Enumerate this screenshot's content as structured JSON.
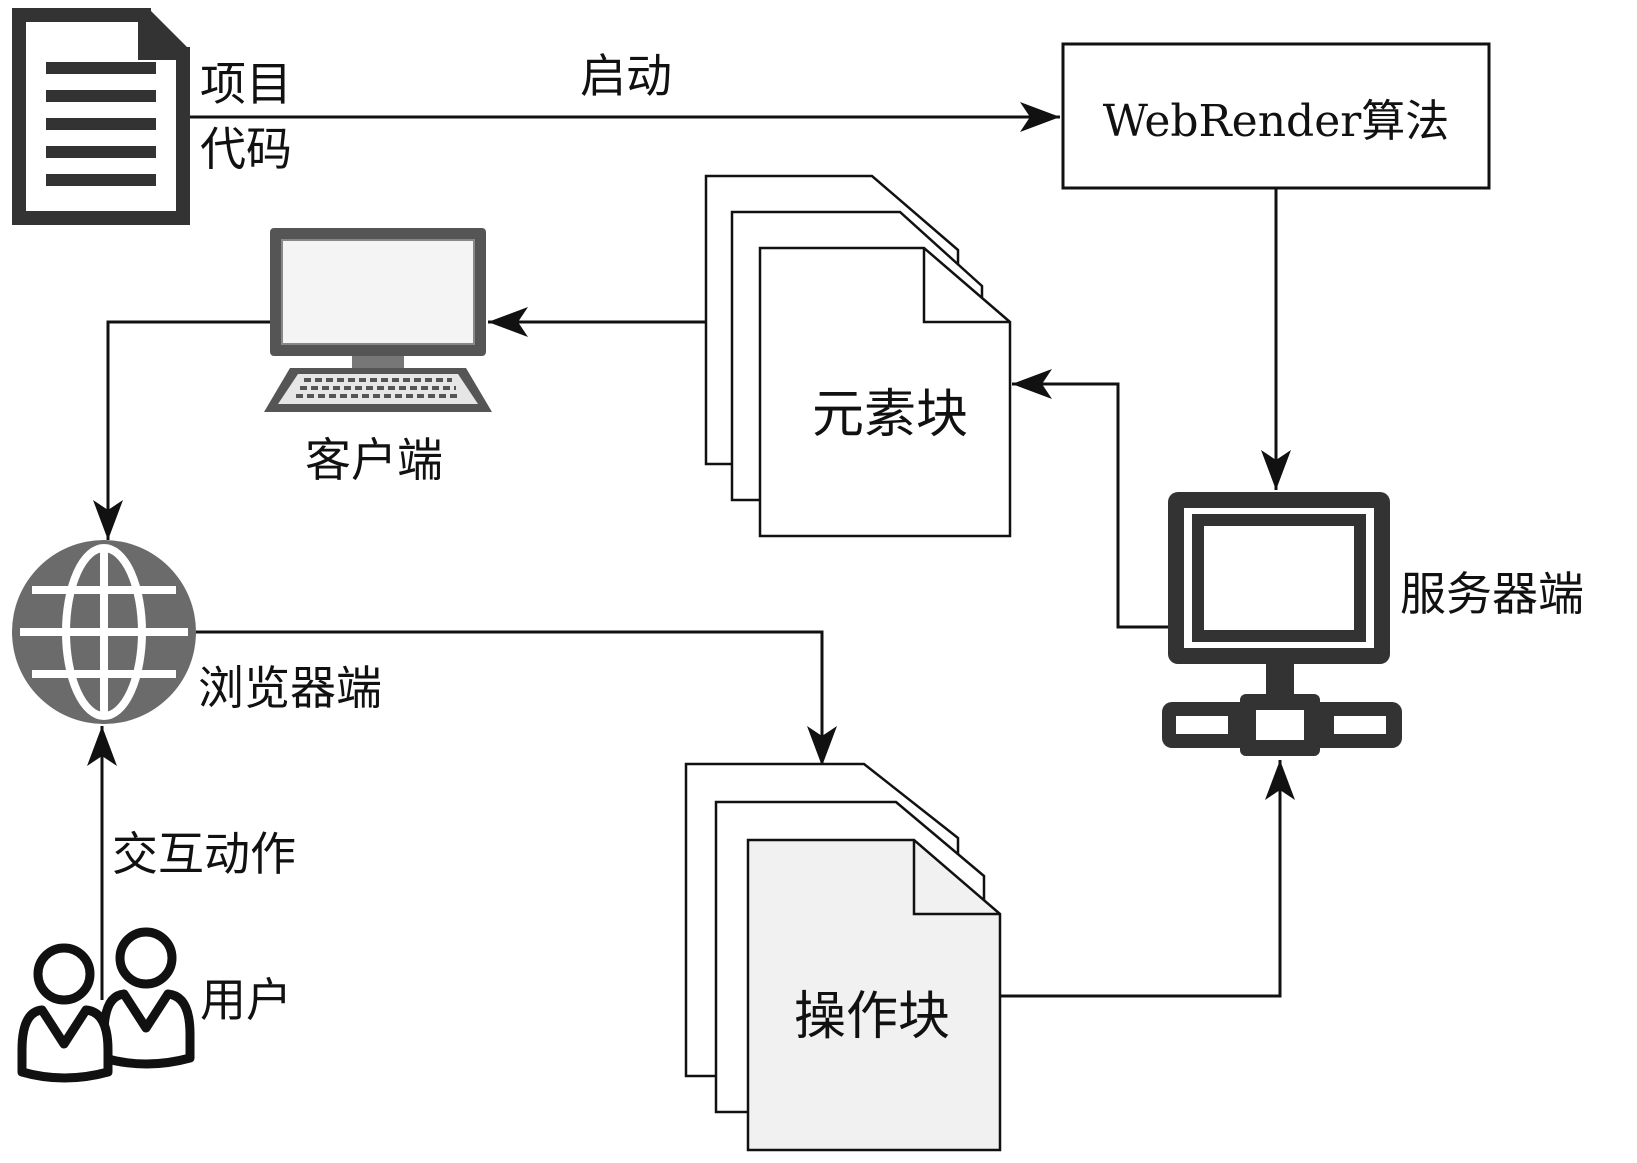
{
  "nodes": {
    "project_code": {
      "label_line1": "项目",
      "label_line2": "代码",
      "icon": "document-icon"
    },
    "webrender": {
      "label": "WebRender算法"
    },
    "client": {
      "label": "客户端",
      "icon": "laptop-icon"
    },
    "element_block": {
      "label": "元素块",
      "icon": "stacked-pages-icon"
    },
    "server": {
      "label": "服务器端",
      "icon": "server-computer-icon"
    },
    "browser": {
      "label": "浏览器端",
      "icon": "globe-icon"
    },
    "operation_block": {
      "label": "操作块",
      "icon": "stacked-pages-icon"
    },
    "user": {
      "label": "用户",
      "icon": "users-icon"
    }
  },
  "edges": {
    "start": {
      "label": "启动"
    },
    "interaction": {
      "label": "交互动作"
    }
  },
  "colors": {
    "line": "#111111",
    "icon_dark": "#333333",
    "globe": "#6b6b6b",
    "operation_fill": "#f1f1f1",
    "screen_fill": "#f4f4f4"
  }
}
